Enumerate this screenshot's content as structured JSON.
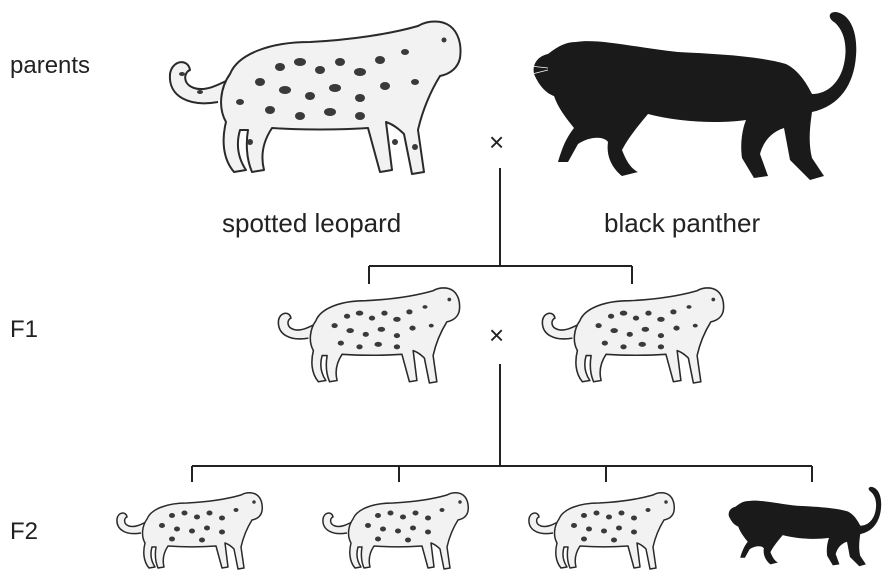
{
  "generations": {
    "parents": "parents",
    "f1": "F1",
    "f2": "F2"
  },
  "captions": {
    "parent_left": "spotted leopard",
    "parent_right": "black panther"
  },
  "cross_symbol": "×",
  "offspring": {
    "f1": [
      "spotted",
      "spotted"
    ],
    "f2": [
      "spotted",
      "spotted",
      "spotted",
      "black"
    ]
  },
  "colors": {
    "line": "#222222",
    "panther": "#1a1a1a",
    "spot": "#3a3a3a",
    "fur": "#f2f2f2"
  },
  "icons": {
    "leopard": "spotted-leopard-icon",
    "panther": "black-panther-icon"
  }
}
